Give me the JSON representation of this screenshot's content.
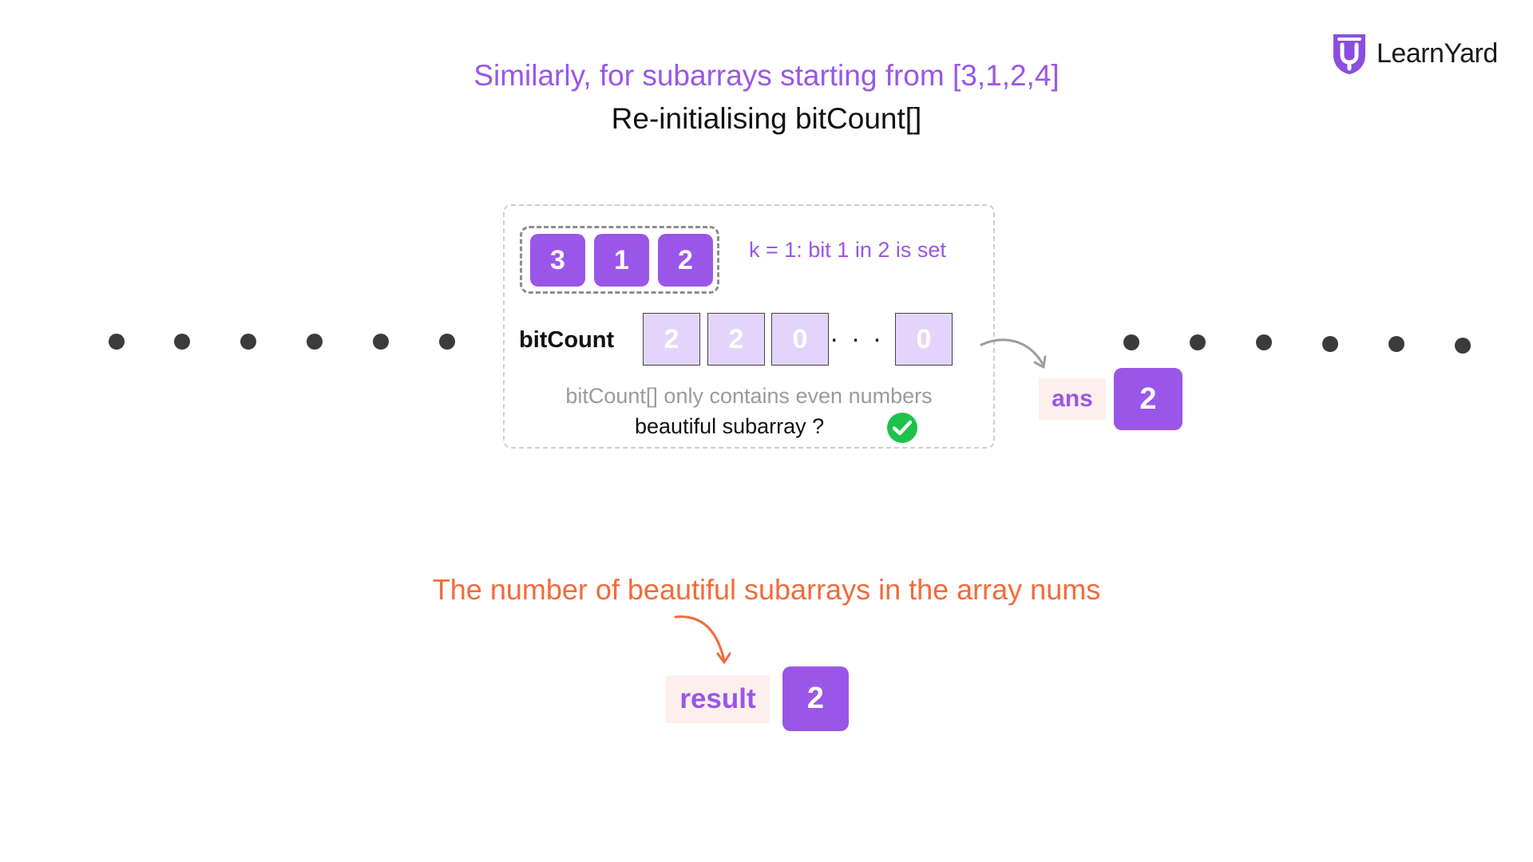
{
  "header": {
    "title": "Similarly, for subarrays starting from [3,1,2,4]",
    "subtitle": "Re-initialising bitCount[]"
  },
  "logo": {
    "text": "LearnYard",
    "icon": "learnyard-shield-icon",
    "color": "#8b4ee0"
  },
  "subarray": {
    "values": [
      "3",
      "1",
      "2"
    ],
    "note": "k = 1: bit 1 in 2 is set"
  },
  "bitcount": {
    "label": "bitCount",
    "values": [
      "2",
      "2",
      "0"
    ],
    "ellipsis": ". . . .",
    "last_value": "0",
    "note": "bitCount[] only contains even numbers",
    "question": "beautiful subarray ?",
    "status_icon": "check-circle-icon"
  },
  "ans": {
    "label": "ans",
    "value": "2"
  },
  "result": {
    "description": "The number of beautiful subarrays in the array nums",
    "label": "result",
    "value": "2"
  },
  "colors": {
    "accent": "#9a56e8",
    "light_accent": "#e4d4fb",
    "label_bg": "#fdf0ec",
    "orange": "#f26b3a",
    "success": "#1ec24a",
    "dot": "#3b3b3b"
  }
}
